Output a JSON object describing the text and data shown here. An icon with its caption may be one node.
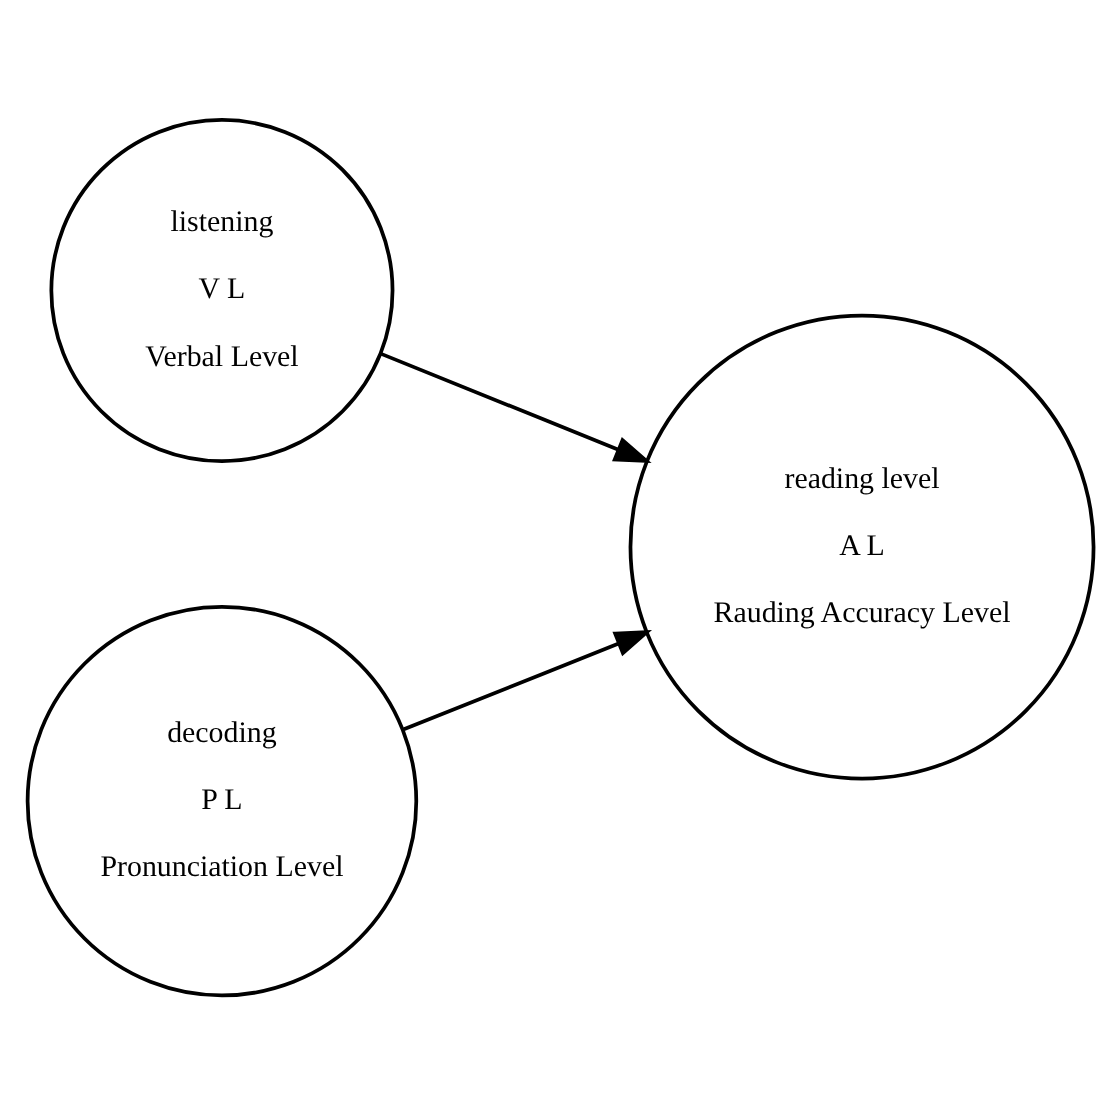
{
  "diagram": {
    "nodes": [
      {
        "text": [
          "listening",
          "V L",
          "Verbal Level"
        ]
      },
      {
        "text": [
          "decoding",
          "P L",
          "Pronunciation Level"
        ]
      },
      {
        "text": [
          "reading level",
          "A L",
          "Rauding Accuracy Level"
        ]
      }
    ],
    "edges": [
      {
        "from": 0,
        "to": 2,
        "arrow": "to"
      },
      {
        "from": 1,
        "to": 2,
        "arrow": "to"
      }
    ]
  }
}
